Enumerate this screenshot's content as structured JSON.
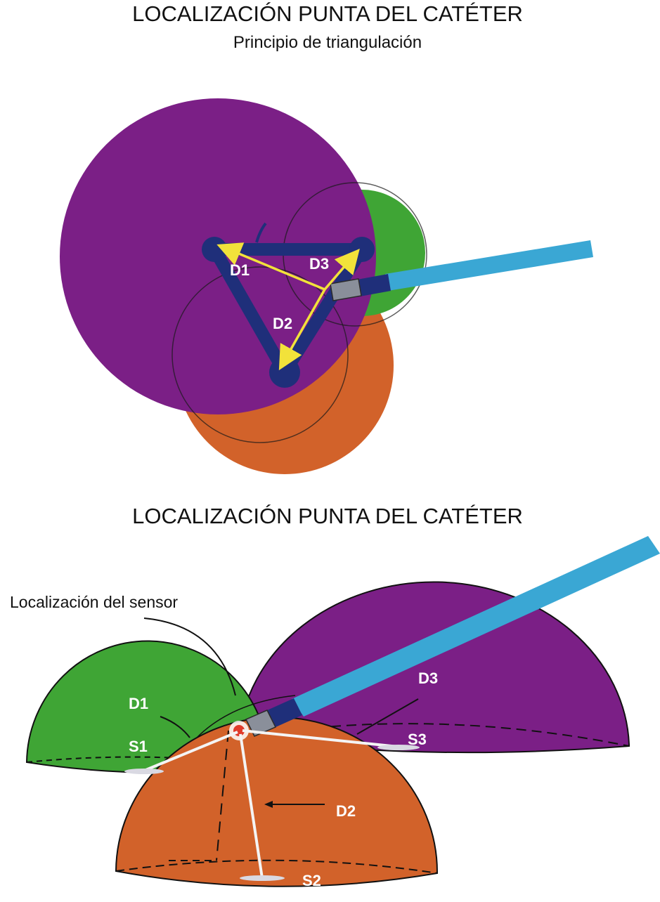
{
  "top_panel": {
    "title": "LOCALIZACIÓN PUNTA DEL CATÉTER",
    "subtitle": "Principio de triangulación",
    "labels": {
      "d1": "D1",
      "d2": "D2",
      "d3": "D3"
    }
  },
  "bottom_panel": {
    "title": "LOCALIZACIÓN PUNTA DEL CATÉTER",
    "sensor_annotation": "Localización del sensor",
    "labels": {
      "d1": "D1",
      "d2": "D2",
      "d3": "D3",
      "s1": "S1",
      "s2": "S2",
      "s3": "S3"
    }
  },
  "colors": {
    "purple": "#7b1f86",
    "green": "#3fa535",
    "orange": "#d2622a",
    "navy": "#1f2f7a",
    "catheter": "#3aa7d4",
    "arrow": "#f2e23a",
    "tip": "#e03a2a"
  }
}
